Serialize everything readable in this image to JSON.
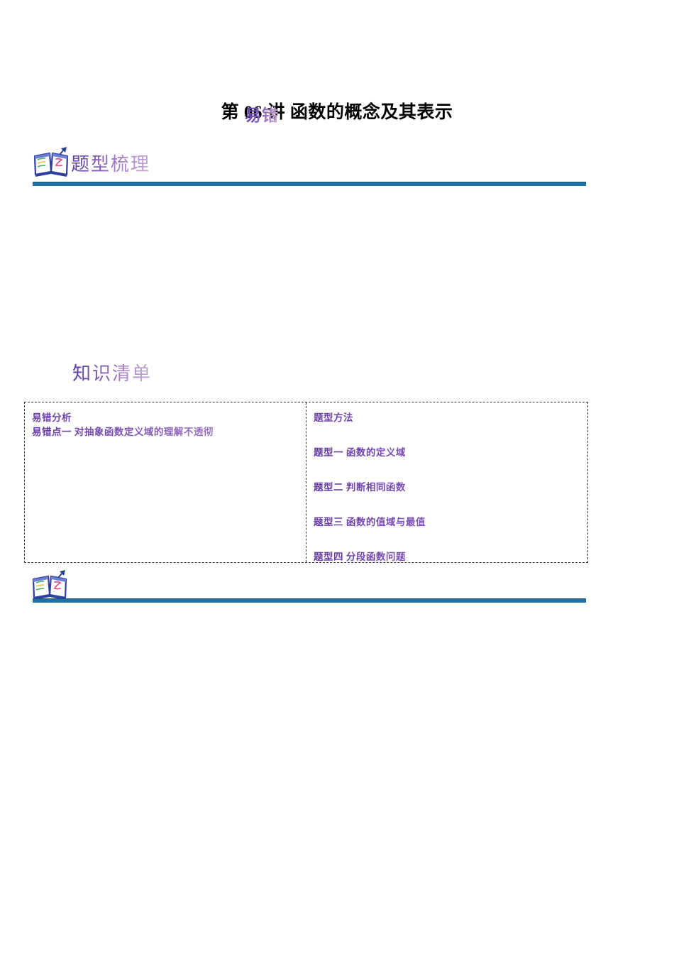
{
  "document": {
    "title": "第 06 讲 函数的概念及其表示",
    "title_overlay": "易错"
  },
  "sections": [
    {
      "icon": "open-book-with-pen-icon",
      "heading": "题型梳理"
    }
  ],
  "knowledge_heading": "知识清单",
  "outline_table": {
    "left": {
      "header": "易错分析",
      "items": [
        "易错点一  对抽象函数定义域的理解不透彻"
      ]
    },
    "right": {
      "header": "题型方法",
      "items": [
        "题型一  函数的定义域",
        "题型二  判断相同函数",
        "题型三  函数的值域与最值",
        "题型四  分段函数问题"
      ]
    }
  },
  "footer_section": {
    "icon": "open-book-with-pen-icon",
    "heading": ""
  },
  "colors": {
    "rule_blue": "#1a72a8",
    "rule_blue_dark": "#26536e",
    "purple_dark": "#5b3a9e",
    "purple_light": "#c6a9d6",
    "dash_border": "#333333",
    "title_black": "#000000"
  }
}
